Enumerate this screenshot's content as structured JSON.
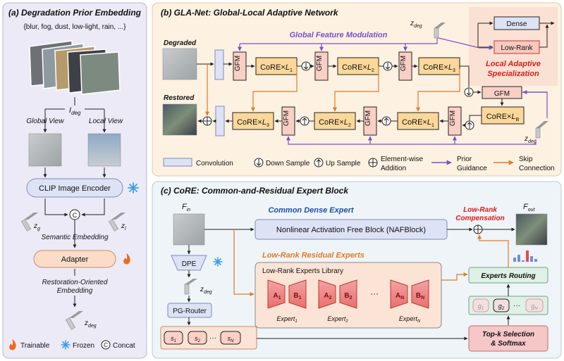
{
  "panel_a": {
    "title": "(a) Degradation Prior Embedding",
    "degradation_set": "{blur, fog, dust, low-light, rain, ...}",
    "i_deg": "I",
    "i_deg_sub": "deg",
    "global_view": "Global View",
    "local_view": "Local View",
    "clip_encoder": "CLIP Image Encoder",
    "concat_symbol": "C",
    "z_g": "z",
    "z_g_sub": "g",
    "z_l": "z",
    "z_l_sub": "l",
    "semantic_embedding": "Semantic Embedding",
    "adapter": "Adapter",
    "restoration_line1": "Restoration-Oriented",
    "restoration_line2": "Embedding",
    "z_deg": "z",
    "z_deg_sub": "deg",
    "legend": {
      "trainable": "Trainable",
      "frozen": "Frozen",
      "concat": "Concat"
    }
  },
  "panel_b": {
    "title": "(b) GLA-Net: Global-Local Adaptive Network",
    "degraded": "Degraded",
    "restored": "Restored",
    "global_feature_modulation": "Global Feature Modulation",
    "gfm": "GFM",
    "core_prefix": "CoRE×",
    "core_e": [
      "1",
      "2",
      "3"
    ],
    "core_d": [
      "3",
      "2",
      "1"
    ],
    "core_b_sub": "B",
    "dense": "Dense",
    "low_rank": "Low-Rank",
    "local_adaptive_line1": "Local Adaptive",
    "local_adaptive_line2": "Specialization",
    "z_deg": "z",
    "z_deg_sub": "deg",
    "legend": {
      "convolution": "Convolution",
      "down_sample": "Down Sample",
      "up_sample": "Up Sample",
      "element_wise_1": "Element-wise",
      "element_wise_2": "Addition",
      "prior_1": "Prior",
      "prior_2": "Guidance",
      "skip_1": "Skip",
      "skip_2": "Connection"
    }
  },
  "panel_c": {
    "title": "(c) CoRE: Common-and-Residual Expert Block",
    "f_in": "F",
    "f_in_sub": "in",
    "f_out": "F",
    "f_out_sub": "out",
    "common_dense_expert": "Common Dense Expert",
    "nafblock": "Nonlinear Activation Free Block (NAFBlock)",
    "low_rank_compensation_1": "Low-Rank",
    "low_rank_compensation_2": "Compensation",
    "low_rank_residual_experts": "Low-Rank Residual Experts",
    "library": "Low-Rank Experts Library",
    "expert_word": "Expert",
    "expert_subs": [
      "1",
      "2",
      "N"
    ],
    "a_subs": [
      "1",
      "2",
      "N"
    ],
    "b_subs": [
      "1",
      "2",
      "N"
    ],
    "ellipsis": "···",
    "dpe": "DPE",
    "z_deg": "z",
    "z_deg_sub": "deg",
    "pg_router": "PG-Router",
    "s_subs": [
      "1",
      "2",
      "N"
    ],
    "g_subs": [
      "1",
      "2",
      "N"
    ],
    "experts_routing": "Experts Routing",
    "topk_line1": "Top-k Selection",
    "topk_line2": "& Softmax"
  },
  "colors": {
    "panel_a_bg": "#eceaf6",
    "panel_b_bg": "#fdf1e2",
    "panel_c_bg": "#eef4f8",
    "core_fill": "#fbd89a",
    "gfm_fill": "#f9cfc6",
    "conv_fill": "#dde3f5",
    "purple": "#7b4fc4",
    "orange": "#e07b24",
    "red_text": "#d81b1b",
    "blue_text": "#1f4fa8"
  }
}
